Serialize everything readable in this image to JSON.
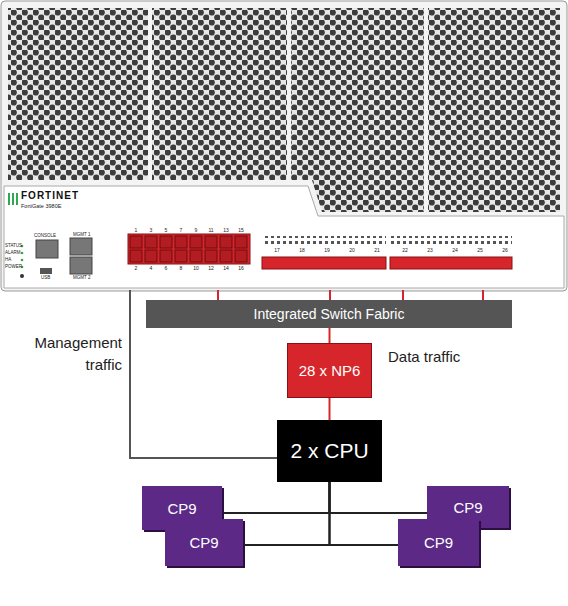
{
  "diagram": {
    "nodes": [
      {
        "text": [
          "Integrated Switch Fabric"
        ]
      },
      {
        "text": [
          "28 x NP6"
        ]
      },
      {
        "text": [
          "2 x CPU"
        ]
      },
      {
        "text": [
          "CP9"
        ]
      },
      {
        "text": [
          "CP9"
        ]
      },
      {
        "text": [
          "CP9"
        ]
      },
      {
        "text": [
          "CP9"
        ]
      }
    ],
    "edges": [
      {
        "from": 0,
        "to": 1,
        "arrow": "none"
      },
      {
        "from": 1,
        "to": 2,
        "arrow": "none"
      },
      {
        "from": 2,
        "to": 3,
        "arrow": "none"
      },
      {
        "from": 2,
        "to": 4,
        "arrow": "none"
      },
      {
        "from": 2,
        "to": 5,
        "arrow": "none"
      },
      {
        "from": 2,
        "to": 6,
        "arrow": "none"
      }
    ],
    "labels": [
      "FORTINET",
      "FortiGate 3980E",
      "CONSOLE",
      "USB",
      "MGMT 1",
      "MGMT 2",
      "STATUS",
      "ALARM",
      "HA",
      "POWER",
      "1",
      "3",
      "5",
      "7",
      "9",
      "11",
      "13",
      "15",
      "2",
      "4",
      "6",
      "8",
      "10",
      "12",
      "14",
      "16",
      "17",
      "18",
      "19",
      "20",
      "21",
      "22",
      "23",
      "24",
      "25",
      "26",
      "Management traffic",
      "Data traffic"
    ]
  }
}
